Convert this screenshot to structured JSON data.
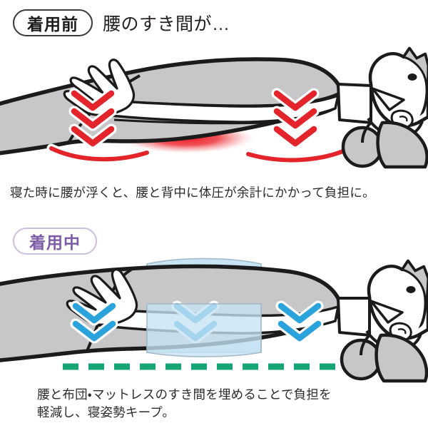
{
  "panels": [
    {
      "badge_label": "着用前",
      "title": "腰のすき間が…",
      "caption": "寝た時に腰が浮くと、腰と背中に体圧が余計にかかって負担に。",
      "accent_color": "#e3242b",
      "badge_border_color": "#3a3a3c",
      "badge_text_color": "#1b1b1d",
      "arrow_groups": 2,
      "arrows_per_group": 3,
      "arrow_color": "#e3242b",
      "glow_color": "#ed1c24",
      "annotations": [
        "red chevrons at hip",
        "red chevrons at upper back",
        "red glow at lumbar gap",
        "red pressure arcs under body"
      ]
    },
    {
      "badge_label": "着用中",
      "title": "",
      "caption": "腰と布団・マットレスのすき間を埋めることで負担を\n軽減し、寝姿勢キープ。",
      "accent_color": "#29a3dc",
      "badge_border_color": "#cdbfe0",
      "badge_text_color": "#7d5ba6",
      "arrow_groups": 3,
      "arrows_per_group": 2,
      "arrow_color": "#2aa3dc",
      "support_block_color": "#c8e3f4",
      "baseline_color": "#17a673",
      "annotations": [
        "light blue lumbar support block",
        "blue chevrons distributing pressure",
        "green dashed level baseline"
      ]
    }
  ],
  "figure_colors": {
    "body_fill": "#c7c7c9",
    "body_outline": "#1b1b1b",
    "skin_fill": "#ffffff",
    "pillow_fill": "#c7c7c9"
  }
}
